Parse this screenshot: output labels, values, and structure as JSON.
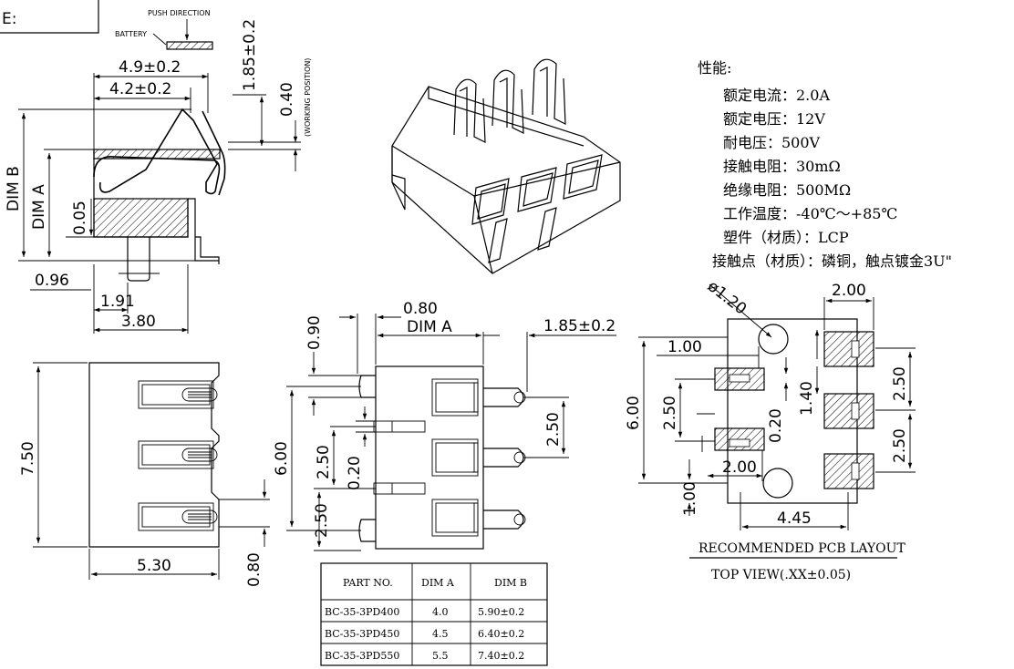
{
  "corner_label": "E:",
  "side_view": {
    "push_direction": "PUSH DIRECTION",
    "battery": "BATTERY",
    "dim_49": "4.9±0.2",
    "dim_42": "4.2±0.2",
    "dim_185": "1.85±0.2",
    "dim_040": "0.40",
    "working_position": "(WORKING POSITION)",
    "dim_b": "DIM B",
    "dim_a": "DIM A",
    "dim_005": "0.05",
    "dim_096": "0.96",
    "dim_191": "1.91",
    "dim_380": "3.80"
  },
  "front_view": {
    "dim_750": "7.50",
    "dim_530": "5.30",
    "dim_080": "0.80"
  },
  "top_view": {
    "dim_080": "0.80",
    "dim_a": "DIM A",
    "dim_185": "1.85±0.2",
    "dim_090": "0.90",
    "dim_600": "6.00",
    "dim_250a": "2.50",
    "dim_020": "0.20",
    "dim_250b": "2.50",
    "dim_250c": "2.50"
  },
  "specs": {
    "title": "性能:",
    "lines": [
      "额定电流：2.0A",
      "额定电压：12V",
      "耐电压：500V",
      "接触电阻：30mΩ",
      "绝缘电阻：500MΩ",
      "工作温度：-40℃～+85℃",
      "塑件（材质）：LCP",
      "接触点（材质）：磷铜，触点镀金3U\""
    ]
  },
  "pcb_layout": {
    "dim_phi120": "ø1.20",
    "dim_200_top": "2.00",
    "dim_100_left": "1.00",
    "dim_600": "6.00",
    "dim_250_left": "2.50",
    "dim_140": "1.40",
    "dim_250_r1": "2.50",
    "dim_250_r2": "2.50",
    "dim_020": "0.20",
    "dim_200_mid": "2.00",
    "dim_100_bottom": "1.00",
    "dim_445": "4.45",
    "caption": "RECOMMENDED PCB LAYOUT",
    "subcaption": "TOP VIEW(.XX±0.05)"
  },
  "part_table": {
    "headers": [
      "PART NO.",
      "DIM A",
      "DIM B"
    ],
    "rows": [
      [
        "BC-35-3PD400",
        "4.0",
        "5.90±0.2"
      ],
      [
        "BC-35-3PD450",
        "4.5",
        "6.40±0.2"
      ],
      [
        "BC-35-3PD550",
        "5.5",
        "7.40±0.2"
      ]
    ]
  }
}
